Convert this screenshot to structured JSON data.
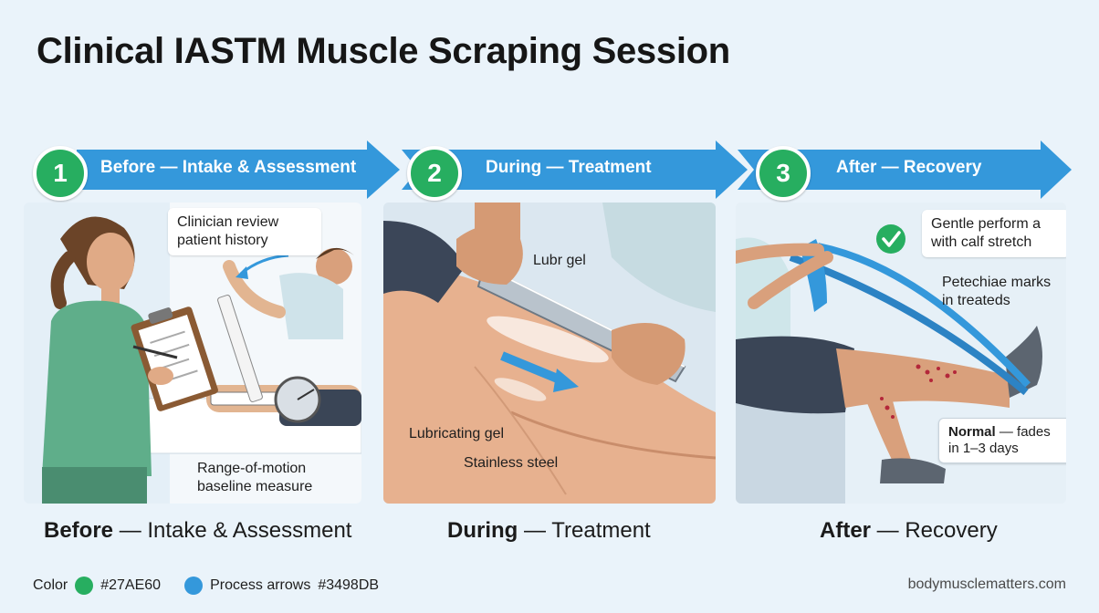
{
  "title": "Clinical IASTM Muscle Scraping Session",
  "colors": {
    "green": "#27AE60",
    "blue": "#3498DB"
  },
  "steps": [
    {
      "number": "1",
      "banner": "Before — Intake & Assessment",
      "caption_bold": "Before",
      "caption_rest": " — Intake & Assessment",
      "callout": "Clinician review patient history",
      "label": "Range-of-motion baseline measure"
    },
    {
      "number": "2",
      "banner": "During — Treatment",
      "caption_bold": "During",
      "caption_rest": " — Treatment",
      "label_top": "Lubr gel",
      "label_mid": "Lubricating gel",
      "label_bottom": "Stainless steel"
    },
    {
      "number": "3",
      "banner": "After — Recovery",
      "caption_bold": "After",
      "caption_rest": " — Recovery",
      "callout": "Gentle perform a with calf stretch",
      "label": "Petechiae marks in treateds",
      "note_bold": "Normal",
      "note_rest": " — fades in 1–3 days"
    }
  ],
  "legend": {
    "color_label": "Color",
    "green_code": "#27AE60",
    "blue_label": "Process arrows",
    "blue_code": "#3498DB"
  },
  "site": "bodymusclematters.com"
}
